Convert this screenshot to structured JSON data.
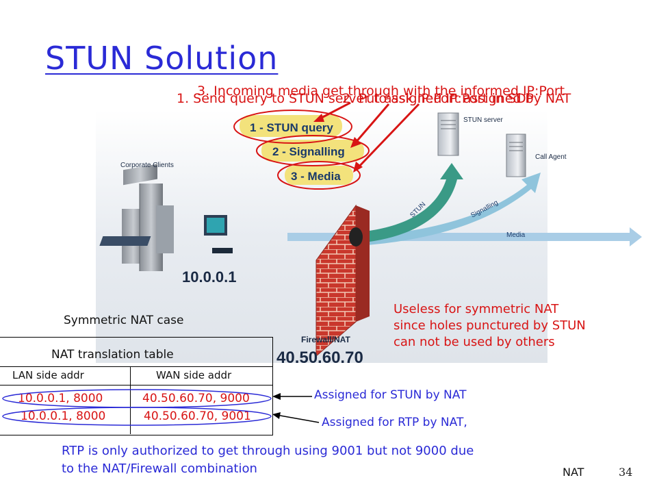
{
  "slide": {
    "title": "STUN Solution",
    "page_number": "34",
    "footer_label": "NAT"
  },
  "steps": {
    "s1": "1. Send query to STUN server to ask IP:Port assigned by NAT",
    "s2": "2. Put assigned IP:Port in SDP",
    "s3": "3. Incoming media get through with the informed IP:Port"
  },
  "diagram": {
    "legend_stun_query": "1 - STUN query",
    "legend_signalling": "2 - Signalling",
    "legend_media": "3 - Media",
    "corporate_clients": "Corporate Clients",
    "stun_server": "STUN server",
    "call_agent": "Call Agent",
    "arrow_stun": "STUN",
    "arrow_signalling": "Signalling",
    "arrow_media": "Media",
    "client_ip": "10.0.0.1",
    "firewall_label": "Firewall/NAT",
    "public_ip": "40.50.60.70"
  },
  "nat": {
    "case_label": "Symmetric NAT case",
    "table_title": "NAT translation table",
    "col_lan": "LAN side addr",
    "col_wan": "WAN side addr",
    "rows": [
      {
        "lan": "10.0.0.1, 8000",
        "wan": "40.50.60.70, 9000"
      },
      {
        "lan": "10.0.0.1, 8000",
        "wan": "40.50.60.70, 9001"
      }
    ],
    "assigned_stun": "Assigned for STUN by NAT",
    "assigned_rtp": "Assigned for RTP by NAT,"
  },
  "notes": {
    "useless_line1": "Useless for symmetric NAT",
    "useless_line2": "since holes punctured by STUN",
    "useless_line3": "can not be used by others",
    "rtp_line1": "RTP is only authorized to get through using 9001 but not 9000 due",
    "rtp_line2": "to the NAT/Firewall combination"
  },
  "colors": {
    "title_blue": "#2a2ad6",
    "annotation_red": "#d81414",
    "stun_arrow": "#3a9a86",
    "signalling_arrow": "#8fc4dc",
    "media_arrow": "#a9cde6",
    "legend_yellow": "#f3e27c",
    "firewall_brick": "#c9372c"
  }
}
